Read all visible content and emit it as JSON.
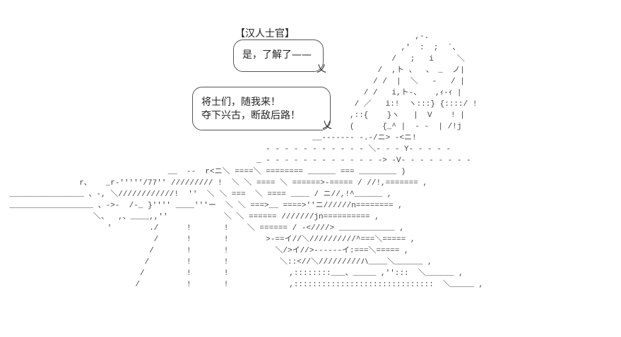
{
  "speaker": "【汉人士官】",
  "bubble_top": {
    "lines": [
      "是，了解了——"
    ]
  },
  "bubble_bottom": {
    "lines": [
      "将士们，随我来！",
      "夺下兴古，断敌后路！"
    ]
  },
  "tail_glyph": "乂",
  "ascii_art": [
    "                                                                                         ,-.",
    "                                                                                      ,'  :  ;  `、",
    "                                                                                    /   ;   i     ＼",
    "                                                                                 /  ,ト 、  、 _  ノ|",
    "                                                                                / /  |  ＼   ‐   / |",
    "                                                                              / /   i,ト‐、   ,ｨ-ｨ |",
    "                                                                            / ／   i:!  ヽ:::} {::::/ !",
    "                                                                           ,::{    }ヽ   |  V    ! |",
    "                                                                           (      {_^ |  - -  | /!j",
    "                                                                   __------- -.-/ニ> -<ニ!",
    "                                                         - - - - - - - - - - - ＼- - - Y- - - - -",
    "                                                       _ - - - - - - - - - - - - -> -V- - - - - - - -",
    "                                    __  --  r<ニ＼ ====＼ ======== ______ === ________ )",
    "                 r、   _r-'''''/77'' ///////// !  ＼ ＼ ==== ＼ ======>-===== / //!,======= ,",
    "  ________________ 、-, ＼////////////!  ''  ＼ ＼ ===  ＼ ==== ____ / ニ//,!^______ ,",
    "  __________________ 、->-  /-_ }'''' ____'''ー  ＼ ＼ ===>__ ====>''ニ//////n======== ,",
    "                    ＼、  ,、____,,''            ＼ ＼ ====== ///////jn========== ,",
    "                       '        ./      !       !    ＼ ====== / -<////> ____________ ,",
    "                                 /      !       !        >-==イ//＼//////////^===＼===== ,",
    "                                /       !       !          ＼/>イ//>------イ:===＼===== ,",
    "                               /        !       !           ＼::<//＼/////////ハ____＼______ ,",
    "                              /         !       !             ,::::::::___、_____ ,'':::  ＼______ ,",
    "                             /          !       !             ,::::::::::::::::::::::::::::::  ＼_____ ,"
  ]
}
